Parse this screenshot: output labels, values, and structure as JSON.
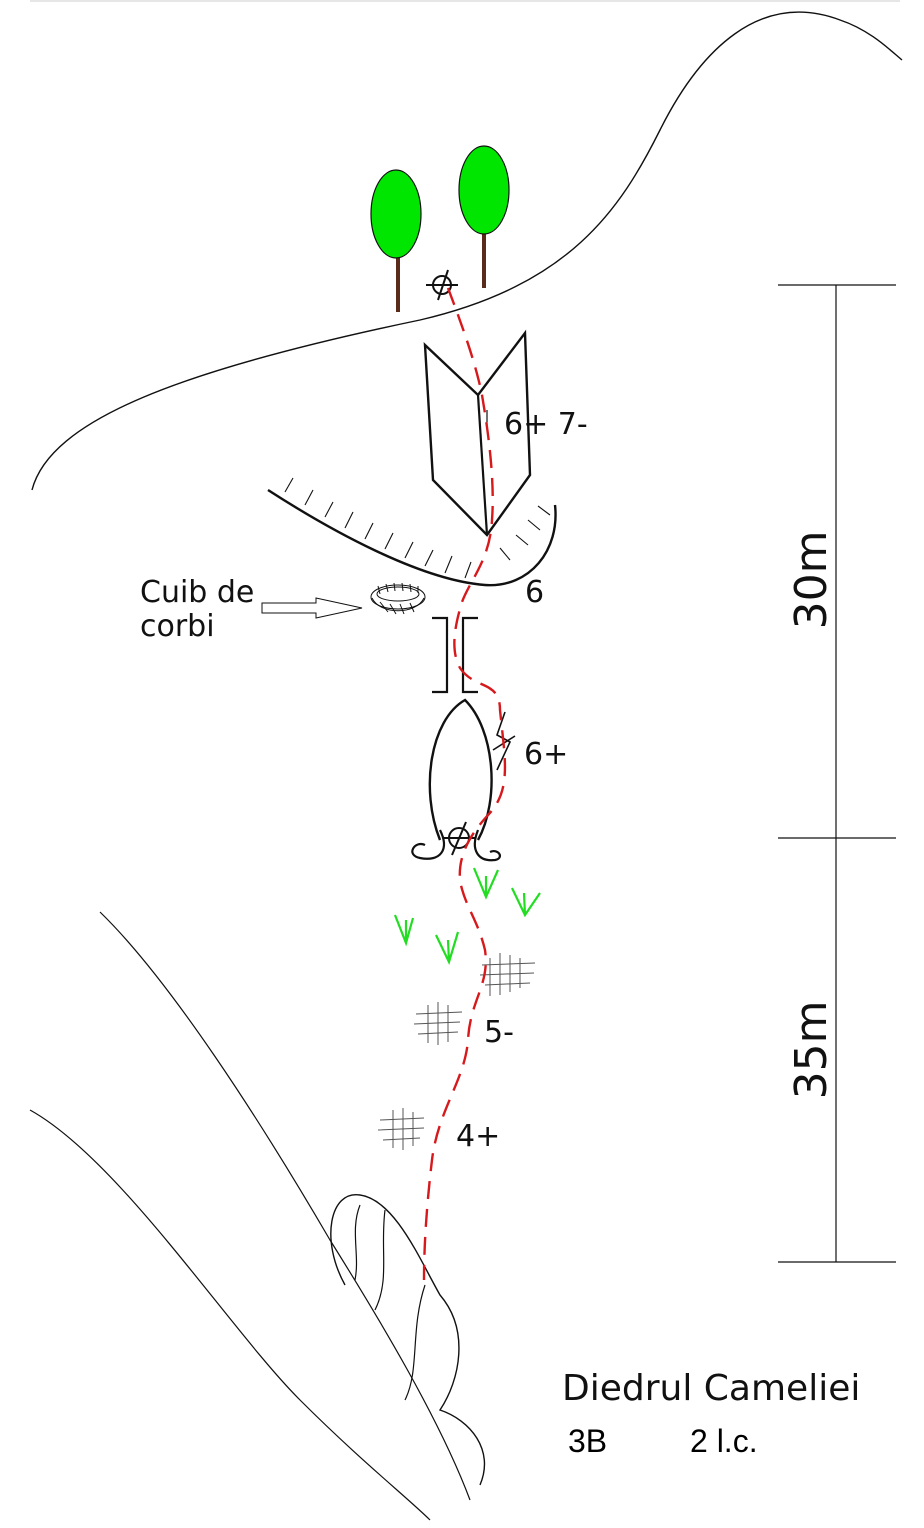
{
  "route": {
    "name": "Diedrul Cameliei",
    "difficulty": "3B",
    "length": "2 l.c."
  },
  "grades": [
    "6+ 7-",
    "6",
    "6+",
    "5-",
    "4+"
  ],
  "annotations": {
    "nest_line1": "Cuib de",
    "nest_line2": "corbi"
  },
  "pitches": [
    "30m",
    "35m"
  ],
  "colors": {
    "route_line": "#d7191c",
    "tree_crown": "#00e600",
    "tree_trunk": "#5a2a1a",
    "grass": "#22dd22",
    "ink": "#111111"
  },
  "icons": [
    "tree-icon",
    "belay-station-icon",
    "nest-icon",
    "piton-icon",
    "grass-icon",
    "rough-rock-icon"
  ]
}
